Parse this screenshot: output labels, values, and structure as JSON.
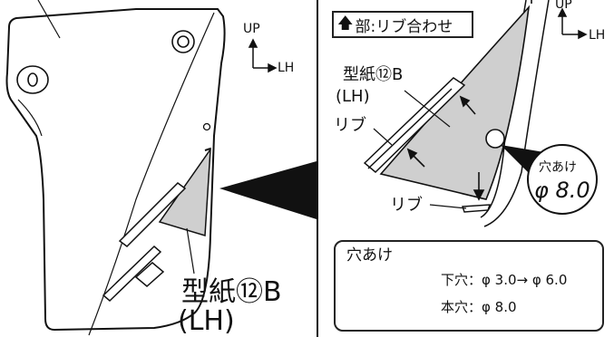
{
  "left_panel": {
    "callout_name": "型紙⑫B",
    "callout_side": "(LH)"
  },
  "right_panel": {
    "legend": {
      "icon": "up-arrow-icon",
      "text": "部:リブ合わせ"
    },
    "template_name": "型紙⑫B",
    "template_side": "(LH)",
    "rib_label_upper": "リブ",
    "rib_label_lower": "リブ",
    "hole_callout": {
      "title": "穴あけ",
      "size": "φ 8.0"
    }
  },
  "axes_left": {
    "up": "UP",
    "right": "LH"
  },
  "axes_right": {
    "up": "UP",
    "right": "LH"
  },
  "drill_info": {
    "title": "穴あけ",
    "icon": "drill-icon",
    "pilot_hole": "下穴：φ 3.0→ φ 6.0",
    "final_hole": "本穴：φ 8.0"
  },
  "colors": {
    "template_fill": "#cfcfcf",
    "stroke": "#111111",
    "pointer": "#111111"
  }
}
